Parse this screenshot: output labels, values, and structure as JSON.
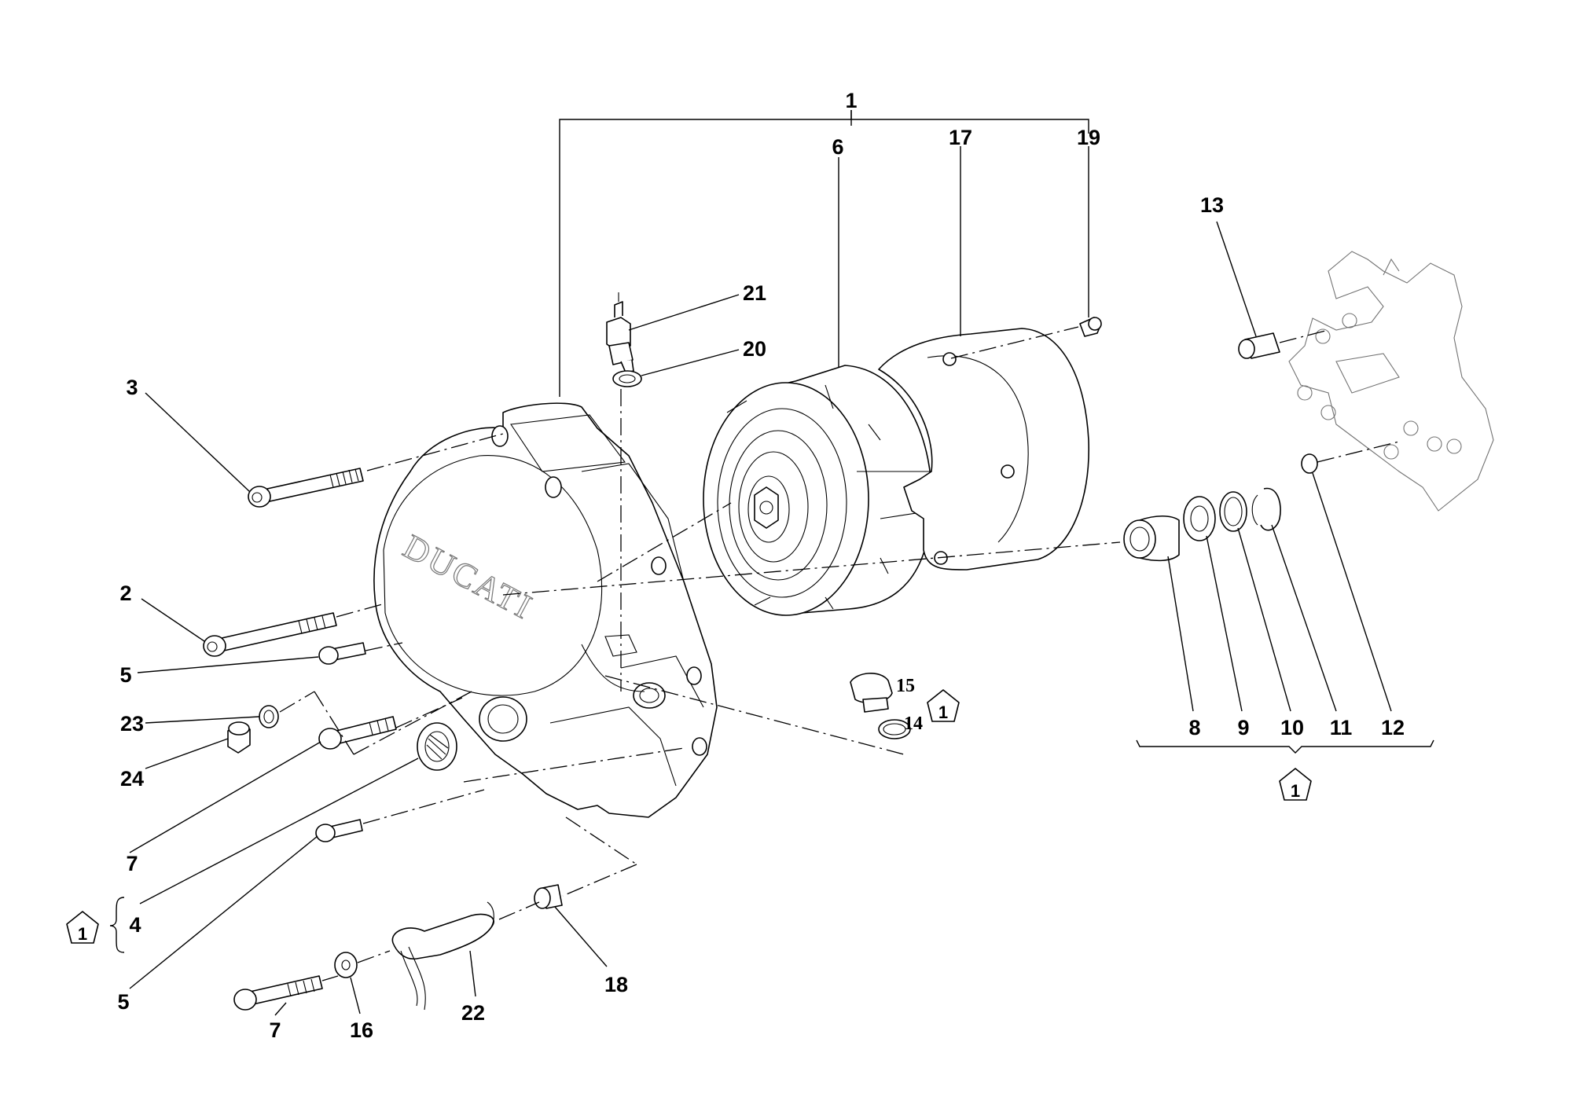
{
  "callouts": {
    "c1": "1",
    "c2": "2",
    "c3": "3",
    "c4": "4",
    "c5a": "5",
    "c5b": "5",
    "c6": "6",
    "c7a": "7",
    "c7b": "7",
    "c8": "8",
    "c9": "9",
    "c10": "10",
    "c11": "11",
    "c12": "12",
    "c13": "13",
    "c14": "14",
    "c15": "15",
    "c16": "16",
    "c17": "17",
    "c18": "18",
    "c19": "19",
    "c20": "20",
    "c21": "21",
    "c22": "22",
    "c23": "23",
    "c24": "24"
  },
  "kit_markers": {
    "m1": "1",
    "m2": "1",
    "m3": "1"
  },
  "cover_brand": "DUCATI",
  "colors": {
    "line": "#000000",
    "background": "#ffffff",
    "shade": "#9a9a9a"
  }
}
